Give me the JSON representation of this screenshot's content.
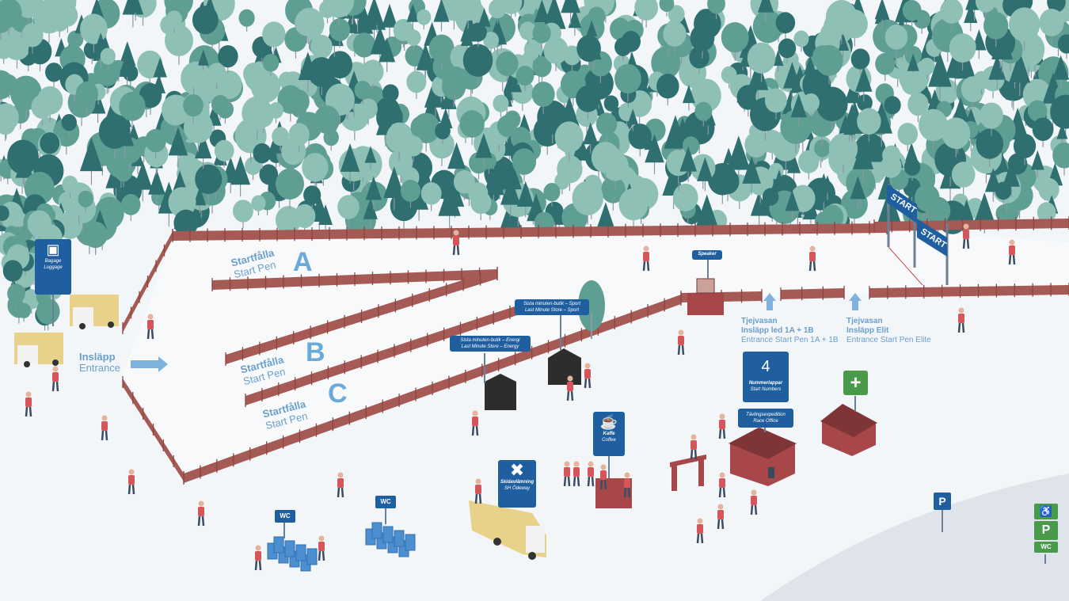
{
  "colors": {
    "snow": "#f3f6f9",
    "tree_light": "#8fc0b6",
    "tree_mid": "#5f9e92",
    "tree_dark": "#2f6f70",
    "fence": "#a55a55",
    "sign_blue": "#1f5f9f",
    "label_blue": "#6a9fcc",
    "red_building": "#a8474a",
    "green_sign": "#4a9a4c",
    "truck_yellow": "#e8d28a"
  },
  "start_pens": [
    {
      "letter": "A",
      "title": "Startfålla",
      "subtitle": "Start Pen"
    },
    {
      "letter": "B",
      "title": "Startfålla",
      "subtitle": "Start Pen"
    },
    {
      "letter": "C",
      "title": "Startfålla",
      "subtitle": "Start Pen"
    }
  ],
  "entrance": {
    "title": "Insläpp",
    "subtitle": "Entrance"
  },
  "entrances_start": [
    {
      "line1": "Tjejvasan",
      "line2": "Insläpp led 1A + 1B",
      "line3": "Entrance Start Pen 1A + 1B"
    },
    {
      "line1": "Tjejvasan",
      "line2": "Insläpp Elit",
      "line3": "Entrance Start Pen Elite"
    }
  ],
  "start_banners": [
    "START",
    "START"
  ],
  "signs": {
    "baggage": {
      "icon": "backpack-icon",
      "line1": "Bagage",
      "line2": "Luggage"
    },
    "store_sport": {
      "line1": "Sista minuten-butik – Sport",
      "line2": "Last Minute Store – Sport"
    },
    "store_energy": {
      "line1": "Sista minuten-butik – Energi",
      "line2": "Last Minute Store – Energy"
    },
    "speaker": {
      "line1": "Speaker"
    },
    "numbers": {
      "icon_text": "4",
      "line1": "Nummerlappar",
      "line2": "Start Numbers"
    },
    "race_office": {
      "line1": "Tävlingsexpedition",
      "line2": "Race Office"
    },
    "coffee": {
      "icon": "coffee-cup-icon",
      "line1": "Kaffe",
      "line2": "Coffee"
    },
    "ski_drop": {
      "icon": "crossed-skis-icon",
      "line1": "Skidavlämning",
      "line2": "SH Ödeway"
    },
    "wc_left": {
      "text": "WC"
    },
    "wc_right": {
      "text": "WC"
    },
    "parking": {
      "text": "P"
    },
    "parking_green": {
      "wheelchair_icon": "wheelchair-icon",
      "p": "P",
      "wc": "WC"
    }
  }
}
